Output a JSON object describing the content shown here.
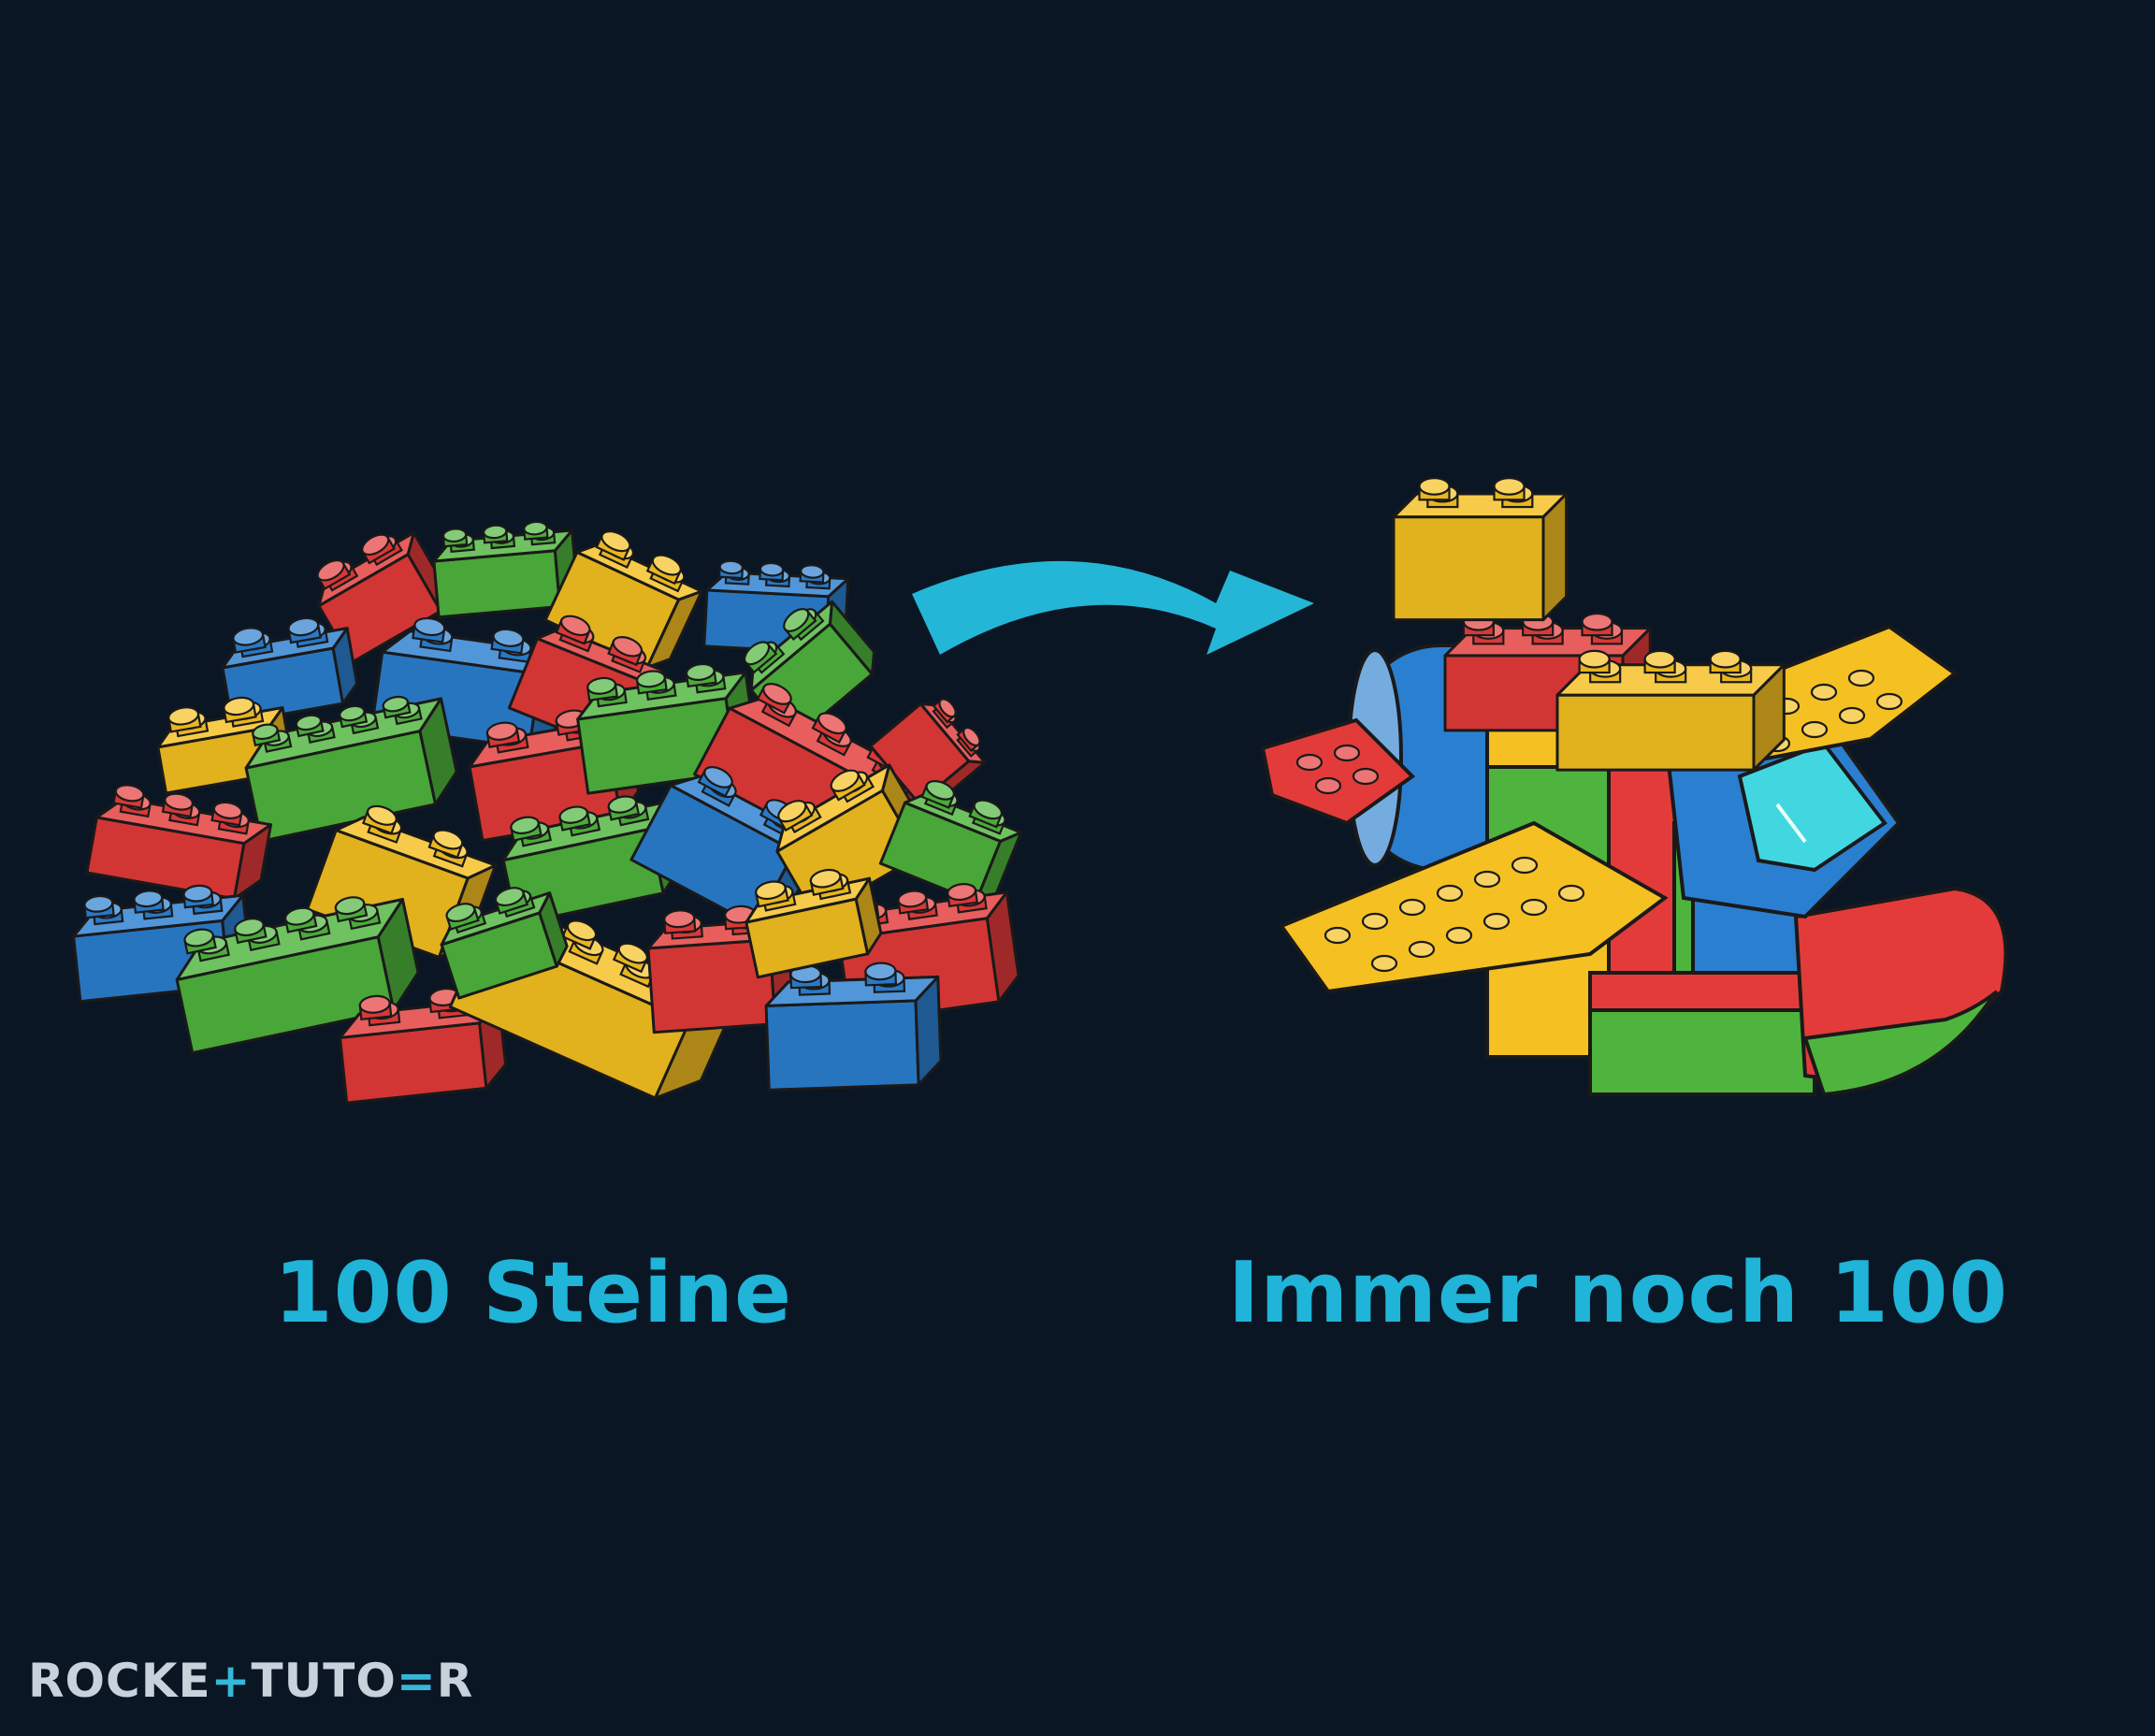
{
  "colors": {
    "background": "#0b1624",
    "accent": "#1fb4d8",
    "arrow": "#24b6d6",
    "red": "#e33b3a",
    "blue": "#2b7fd0",
    "green": "#4fb43d",
    "yellow": "#f5c021",
    "outline": "#1a1a1a",
    "glass": "#42d7e0",
    "logo_text": "#c7d2dc",
    "logo_accent": "#34b8d8"
  },
  "labels": {
    "left": "100 Steine",
    "right": "Immer noch 100"
  },
  "logo": {
    "part1": "ROCKE",
    "plus": "+",
    "part2": "TUTO",
    "equals": "=",
    "part3": "R"
  },
  "illustrations": {
    "left": "pile-of-bricks",
    "right": "brick-airplane"
  },
  "icons": {
    "arrow": "curved-arrow-icon"
  }
}
